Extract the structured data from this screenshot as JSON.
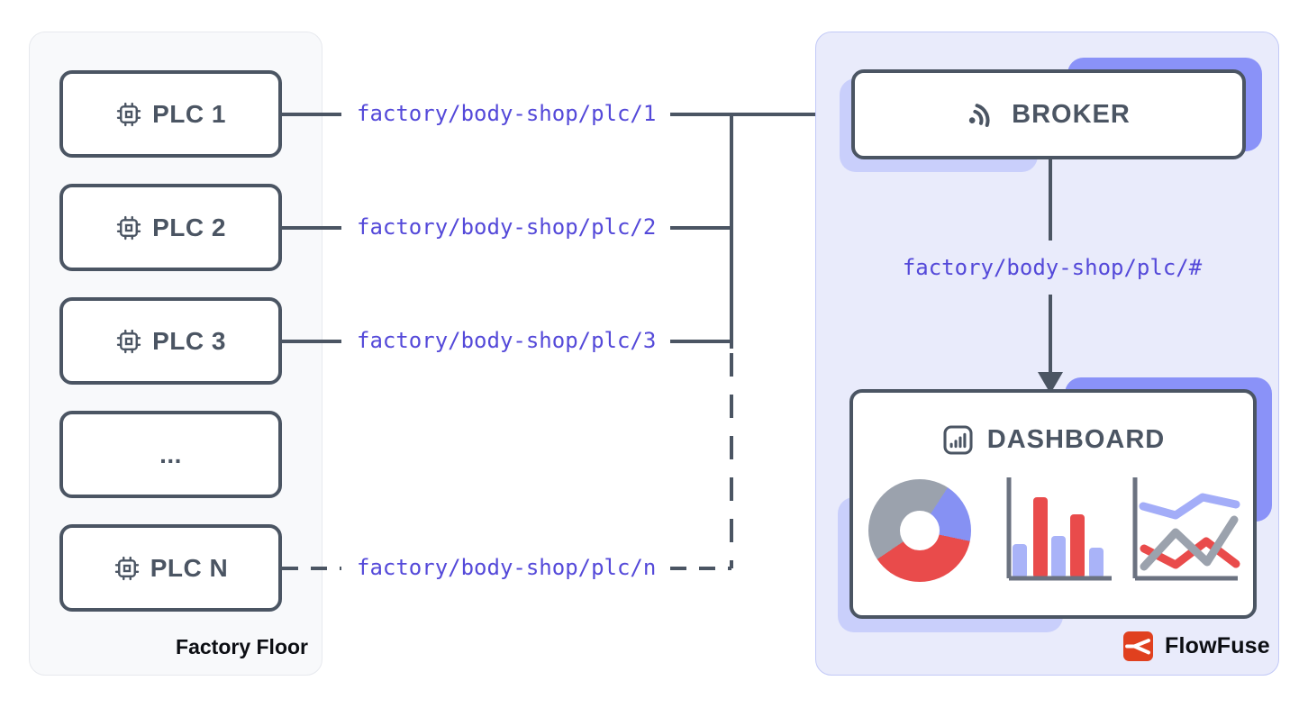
{
  "factory": {
    "label": "Factory Floor",
    "nodes": [
      {
        "label": "PLC 1",
        "topic": "factory/body-shop/plc/1",
        "icon": "chip-icon",
        "link": "solid"
      },
      {
        "label": "PLC 2",
        "topic": "factory/body-shop/plc/2",
        "icon": "chip-icon",
        "link": "solid"
      },
      {
        "label": "PLC 3",
        "topic": "factory/body-shop/plc/3",
        "icon": "chip-icon",
        "link": "solid"
      },
      {
        "label": "...",
        "topic": "",
        "icon": "",
        "link": "none"
      },
      {
        "label": "PLC N",
        "topic": "factory/body-shop/plc/n",
        "icon": "chip-icon",
        "link": "dashed"
      }
    ]
  },
  "broker": {
    "label": "BROKER",
    "icon": "broadcast-rss-icon"
  },
  "subscription": {
    "topic": "factory/body-shop/plc/#"
  },
  "dashboard": {
    "label": "DASHBOARD",
    "icon": "bar-chart-icon",
    "widgets": [
      "donut-chart",
      "bar-chart",
      "line-chart"
    ]
  },
  "brand": {
    "label": "FlowFuse",
    "icon": "flowfuse-logo-icon"
  },
  "colors": {
    "ink": "#4b5563",
    "topic_text": "#5449d9",
    "accent_dark": "#8a92f8",
    "accent_light": "#c9cffb",
    "left_panel_bg": "#f8f9fb",
    "right_panel_bg": "#e9ebfb",
    "chart_red": "#e94b4b",
    "chart_periwinkle": "#a3adf8",
    "chart_gray": "#9ba2ad",
    "brand_red": "#e0401f"
  }
}
